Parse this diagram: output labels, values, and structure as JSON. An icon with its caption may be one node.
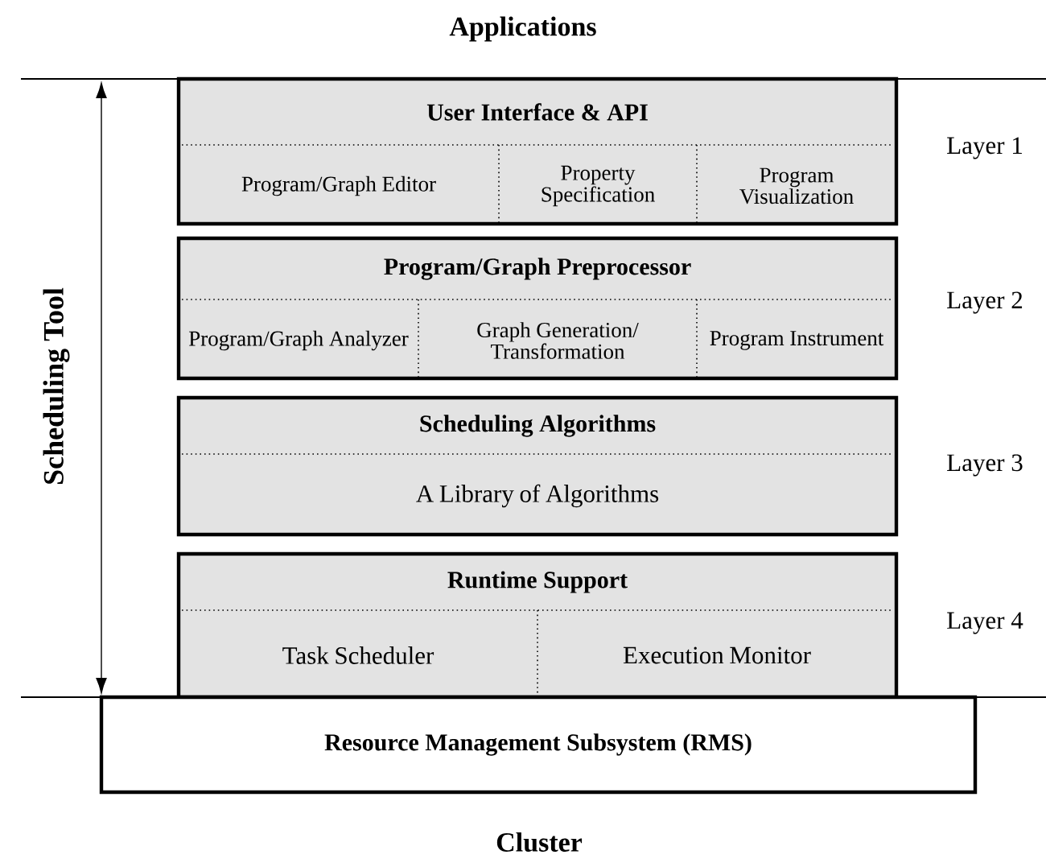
{
  "diagram": {
    "nodes": [
      {
        "text": [
          "User Interface & API"
        ]
      },
      {
        "text": [
          "Program/Graph Editor"
        ],
        "in": 0
      },
      {
        "text": [
          "Property Specification"
        ],
        "in": 0
      },
      {
        "text": [
          "Program Visualization"
        ],
        "in": 0
      },
      {
        "text": [
          "Program/Graph Preprocessor"
        ]
      },
      {
        "text": [
          "Program/Graph Analyzer"
        ],
        "in": 4
      },
      {
        "text": [
          "Graph Generation/ Transformation"
        ],
        "in": 4
      },
      {
        "text": [
          "Program Instrument"
        ],
        "in": 4
      },
      {
        "text": [
          "Scheduling Algorithms"
        ]
      },
      {
        "text": [
          "A Library of Algorithms"
        ],
        "in": 8
      },
      {
        "text": [
          "Runtime Support"
        ]
      },
      {
        "text": [
          "Task Scheduler"
        ],
        "in": 10
      },
      {
        "text": [
          "Execution Monitor"
        ],
        "in": 10
      },
      {
        "text": [
          "Resource Management Subsystem (RMS)"
        ]
      }
    ],
    "labels": [
      "Applications",
      "Layer 1",
      "Layer 2",
      "Layer 3",
      "Layer 4",
      "Scheduling Tool",
      "Cluster"
    ]
  }
}
